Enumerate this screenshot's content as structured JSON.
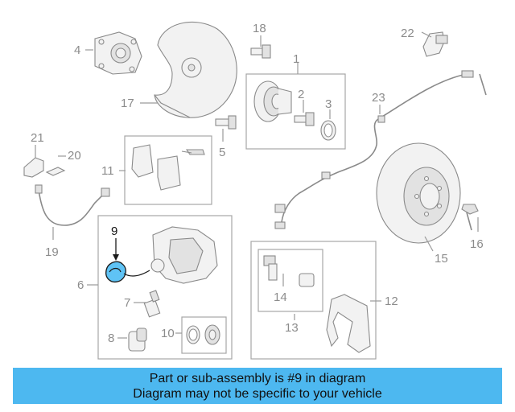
{
  "callouts": {
    "c1": "1",
    "c2": "2",
    "c3": "3",
    "c4": "4",
    "c5": "5",
    "c6": "6",
    "c7": "7",
    "c8": "8",
    "c9": "9",
    "c10": "10",
    "c11": "11",
    "c12": "12",
    "c13": "13",
    "c14": "14",
    "c15": "15",
    "c16": "16",
    "c17": "17",
    "c18": "18",
    "c19": "19",
    "c20": "20",
    "c21": "21",
    "c22": "22",
    "c23": "23"
  },
  "highlight_part": "9",
  "colors": {
    "banner": "#4db8f0",
    "highlight": "#5fc3f5",
    "line": "#9a9a9a"
  },
  "banner": {
    "line1": "Part or sub-assembly is #9 in diagram",
    "line2": "Diagram may not be specific to your vehicle"
  }
}
